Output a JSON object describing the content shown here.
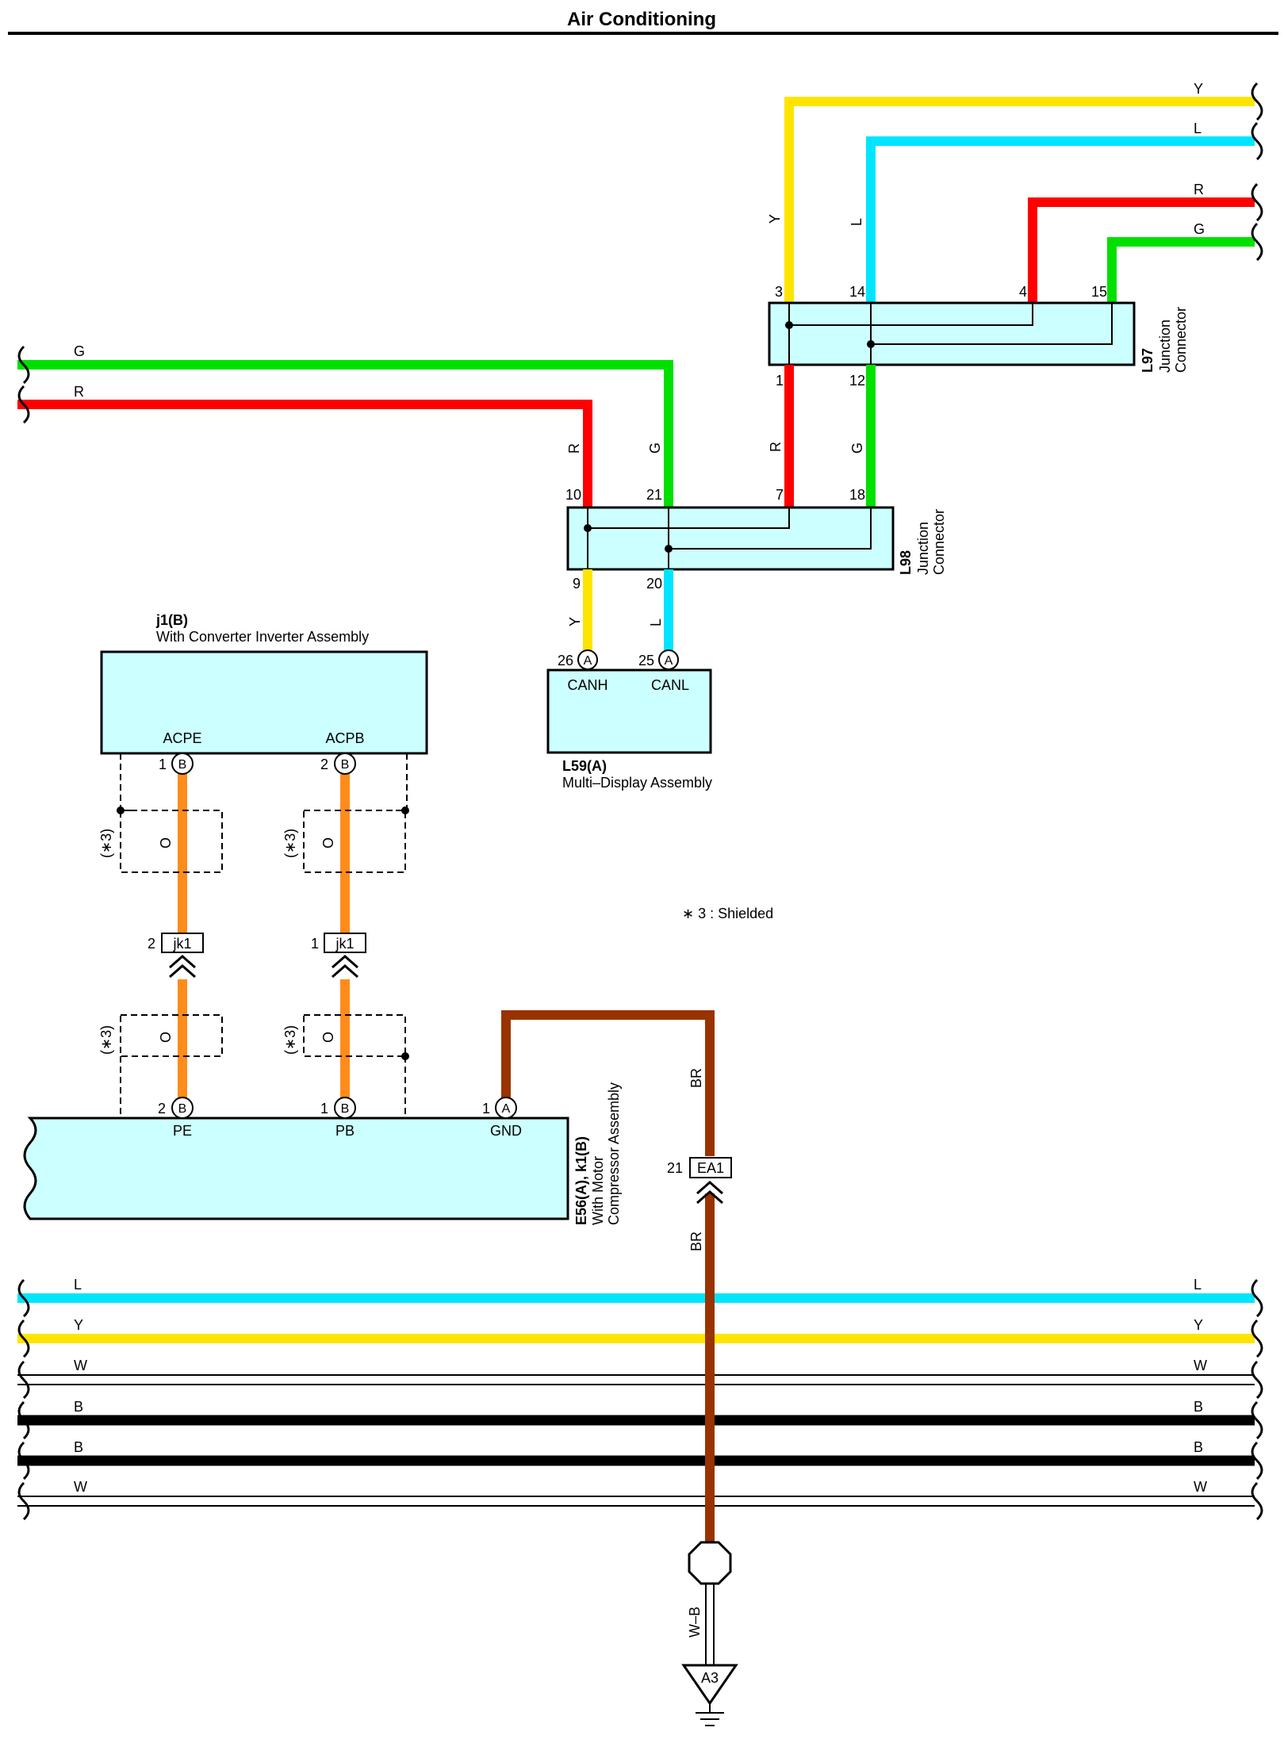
{
  "title": "Air Conditioning",
  "colors": {
    "Y": "#ffe400",
    "L": "#00e5ff",
    "R": "#ff0000",
    "G": "#00e000",
    "O": "#ff8c1a",
    "BR": "#993300",
    "B": "#000000",
    "W": "#ffffff",
    "box_fill": "#ccffff"
  },
  "l97": {
    "code": "L97",
    "name_line1": "Junction",
    "name_line2": "Connector",
    "pins": {
      "y": "3",
      "l": "14",
      "r": "4",
      "g": "15",
      "r_out": "1",
      "g_out": "12"
    }
  },
  "l98": {
    "code": "L98",
    "name_line1": "Junction",
    "name_line2": "Connector",
    "pins": {
      "r": "10",
      "g": "21",
      "r2": "7",
      "g2": "18",
      "y": "9",
      "l": "20"
    }
  },
  "l59": {
    "code": "L59(A)",
    "name": "Multi–Display Assembly",
    "pin_canh": "26",
    "pin_canl": "25",
    "conn_letter": "A",
    "canh": "CANH",
    "canl": "CANL"
  },
  "j1": {
    "code": "j1(B)",
    "name": "With Converter Inverter Assembly",
    "pin_acpe": "1",
    "pin_acpb": "2",
    "conn_letter": "B",
    "acpe": "ACPE",
    "acpb": "ACPB"
  },
  "e56": {
    "code": "E56(A), k1(B)",
    "name_line1": "With Motor",
    "name_line2": "Compressor Assembly",
    "pin_pe": "2",
    "pin_pb": "1",
    "pin_gnd": "1",
    "letter_pe": "B",
    "letter_pb": "B",
    "letter_gnd": "A",
    "pe": "PE",
    "pb": "PB",
    "gnd": "GND"
  },
  "jk1": {
    "name": "jk1",
    "pin_left": "2",
    "pin_right": "1"
  },
  "ea1": {
    "name": "EA1",
    "pin": "21"
  },
  "shield_mark": "(∗3)",
  "shield_note": "∗ 3 : Shielded",
  "ground": {
    "point": "A3",
    "wire": "W–B"
  },
  "wire_labels": {
    "y": "Y",
    "l": "L",
    "r": "R",
    "g": "G",
    "o": "O",
    "br": "BR",
    "w": "W",
    "b": "B"
  }
}
